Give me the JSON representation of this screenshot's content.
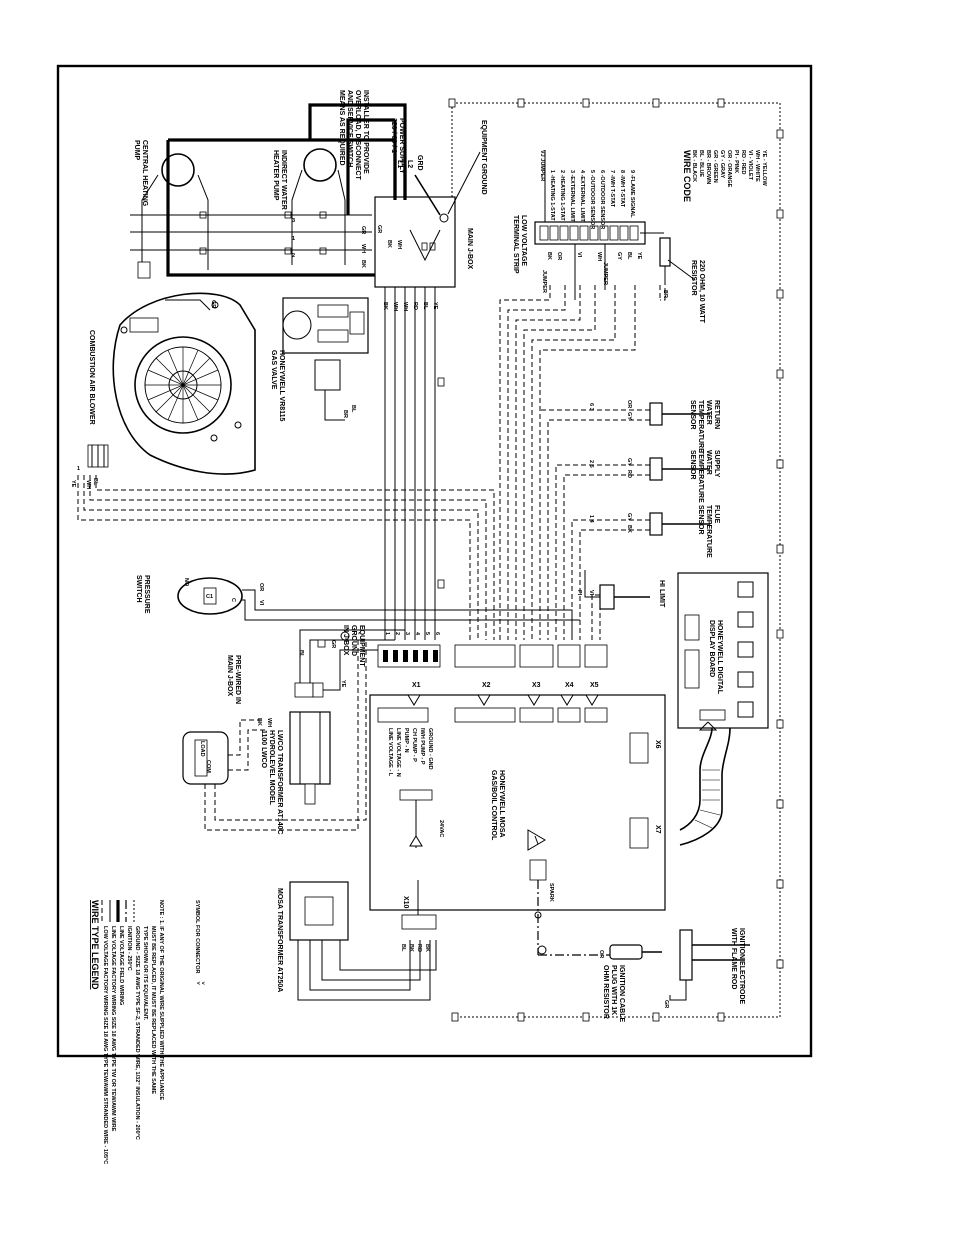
{
  "diagram": {
    "labels": {
      "installer_note": [
        "INSTALLER TO PROVIDE",
        "OVERLOAD, DISCONNECT",
        "AND SERVICE SWITCH",
        "MEANS AS REQUIRED"
      ],
      "power_supply": [
        "POWER SUPPLY",
        "120 / 60 / 1"
      ],
      "l1": "L1",
      "l2": "L2",
      "grd": "GRD",
      "equipment_ground": "EQUIPMENT GROUND",
      "main_jbox": "MAIN J-BOX",
      "central_heating_pump": [
        "CENTRAL HEATING",
        "PUMP"
      ],
      "indirect_water_pump": [
        "INDIRECT WATER",
        "HEATER PUMP"
      ],
      "combustion_air_blower": "COMBUSTION AIR BLOWER",
      "gas_valve": [
        "HONEYWELL VR8115",
        "GAS VALVE"
      ],
      "terminal_strip": [
        "LOW VOLTAGE",
        "TERMINAL STRIP"
      ],
      "terminals": [
        "VJ JUMPER",
        "1 -HEATING 1-STAT",
        "2 -HEATING 1-STAT",
        "3 -EXTERNAL LIMIT",
        "4 -EXTERNAL LIMIT",
        "5 -OUTDOOR SENSOR",
        "6 -OUTDOOR SENSOR",
        "7 -IWH T-STAT",
        "8 -IWH T-STAT",
        "9 -FLAME SIGNAL"
      ],
      "wire_code_title": "WIRE CODE",
      "wire_codes": [
        "BK - BLACK",
        "BL - BLUE",
        "BR - BROWN",
        "GR - GREEN",
        "GY - GRAY",
        "OR - ORANGE",
        "PI - PINK",
        "RD - RED",
        "VI - VIOLET",
        "WH - WHITE",
        "YE - YELLOW"
      ],
      "resistor": [
        "220 OHM, 10 WATT",
        "RESISTOR"
      ],
      "return_sensor": [
        "RETURN",
        "WATER",
        "TEMPERATURE",
        "SENSOR"
      ],
      "supply_sensor": [
        "SUPPLY",
        "WATER",
        "TEMPERATURE",
        "SENSOR"
      ],
      "flue_sensor": [
        "FLUE",
        "TEMPERATURE",
        "SENSOR"
      ],
      "hi_limit": "HI LIMIT",
      "display_board": [
        "HONEYWELL DIGITAL",
        "DISPLAY BOARD"
      ],
      "pressure_switch": [
        "PRESSURE",
        "SWITCH"
      ],
      "no": "NO",
      "c": "C",
      "c1": "C1",
      "equip_ground_jbox": [
        "EQUIPMENT",
        "GROUND",
        "IN J-BOX"
      ],
      "prewired": [
        "PRE-WIRED IN",
        "MAIN J-BOX"
      ],
      "lwco": [
        "LWCO TRANSFORMER AT140C",
        "HYDROLEVEL MODEL",
        "1100 LWCO"
      ],
      "load": "LOAD",
      "com": "COM",
      "control": [
        "HONEYWELL MOSA",
        "GAS/BOIL CONTROL"
      ],
      "control_pins": [
        "LINE VOLTAGE - L",
        "LINE VOLTAGE - N",
        "PUMP - N",
        "CH PUMP - P",
        "IWH PUMP - P",
        "GROUND - GND"
      ],
      "vac": "24VAC",
      "spark": "SPARK",
      "mosa_transformer": "MOSA TRANSFORMER AT250A",
      "ignition_cable": [
        "IGNITION CABLE",
        "PLUG WITH 1K",
        "OHM RESISTOR"
      ],
      "ignition_electrode": [
        "IGNITION ELECTRODE",
        "WITH FLAME ROD"
      ],
      "connectors": [
        "X1",
        "X2",
        "X3",
        "X4",
        "X5",
        "X6",
        "X7",
        "X10"
      ],
      "jumper": "JUMPER",
      "wires": {
        "bk": "BK",
        "wh": "WH",
        "gr": "GR",
        "rd": "RD",
        "bl": "BL",
        "ye": "YE",
        "br": "BR",
        "gy": "GY",
        "or": "OR",
        "vi": "VI",
        "pi": "PI"
      },
      "nums": [
        "1",
        "2",
        "3",
        "4",
        "5",
        "6",
        "7",
        "8",
        "9",
        "10",
        "11",
        "12"
      ],
      "num_pairs": [
        "6 3",
        "2 5",
        "1 4"
      ]
    },
    "legend": {
      "title": "WIRE TYPE LEGEND",
      "items": [
        "LOW VOLTAGE FACTORY WIRING SIZE 18 AWG TYPE TEW/AWM STRANDED WIRE - 105°C",
        "LINE VOLTAGE FACTORY WIRING SIZE 18 AWG TYPE TW OR TEW/AWM WIRE",
        "LINE VOLTAGE FIELD WIRING",
        "IGNITION - 250°C",
        "GROUND - SIZE 18 AWG TYPE SF-2, STRANDED WIRE, 1/32\" INSULATION - 200°C"
      ],
      "note": [
        "NOTE : 1. IF ANY OF THE ORIGINAL WIRE SUPPLIED WITH THE APPLIANCE",
        "MUST BE REPLACED, IT MUST BE REPLACED WITH THE SAME",
        "TYPE SHOWN OR ITS EQUIVALENT."
      ],
      "connector_symbol": "SYMBOL FOR CONNECTOR"
    }
  }
}
